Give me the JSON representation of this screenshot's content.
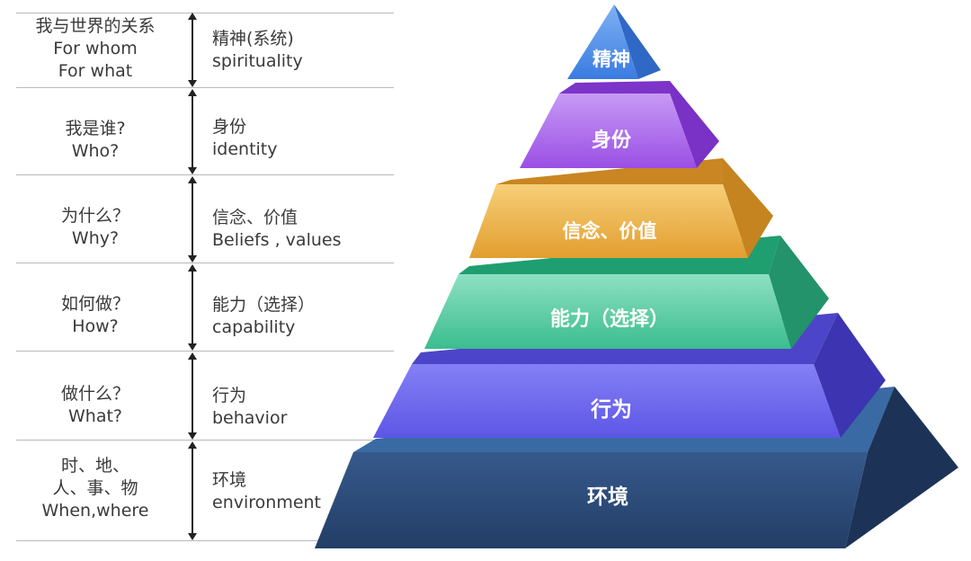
{
  "rows": [
    {
      "question": [
        "我与世界的关系",
        "For whom",
        "For what"
      ],
      "level_zh": "精神(系统)",
      "level_en": "spirituality"
    },
    {
      "question": [
        "我是谁?",
        "Who?"
      ],
      "level_zh": "身份",
      "level_en": "identity"
    },
    {
      "question": [
        "为什么？",
        "Why?"
      ],
      "level_zh": "信念、价值",
      "level_en": "Beliefs , values"
    },
    {
      "question": [
        "如何做？",
        "How?"
      ],
      "level_zh": "能力（选择）",
      "level_en": "capability"
    },
    {
      "question": [
        "做什么？",
        "What?"
      ],
      "level_zh": "行为",
      "level_en": "behavior"
    },
    {
      "question": [
        "时、地、",
        "人、事、物",
        "When,where"
      ],
      "level_zh": "环境",
      "level_en": "environment"
    }
  ],
  "pyramid": {
    "tiers": [
      {
        "label": "精神",
        "color": "#3f82e3"
      },
      {
        "label": "身份",
        "color": "#a35ae8"
      },
      {
        "label": "信念、价值",
        "color": "#e8a73a"
      },
      {
        "label": "能力（选择）",
        "color": "#3ec295"
      },
      {
        "label": "行为",
        "color": "#6a63ec"
      },
      {
        "label": "环境",
        "color": "#2c4d7c"
      }
    ]
  }
}
